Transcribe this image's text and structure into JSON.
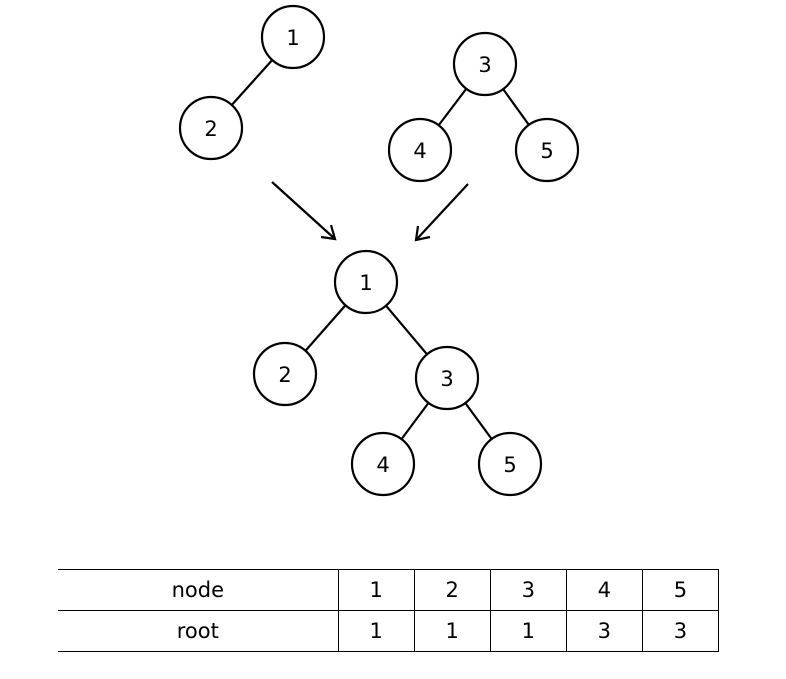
{
  "trees": {
    "left": {
      "nodes": [
        {
          "id": "a1",
          "label": "1"
        },
        {
          "id": "a2",
          "label": "2"
        }
      ],
      "edges": [
        [
          "a1",
          "a2"
        ]
      ]
    },
    "right": {
      "nodes": [
        {
          "id": "b3",
          "label": "3"
        },
        {
          "id": "b4",
          "label": "4"
        },
        {
          "id": "b5",
          "label": "5"
        }
      ],
      "edges": [
        [
          "b3",
          "b4"
        ],
        [
          "b3",
          "b5"
        ]
      ]
    },
    "merged": {
      "nodes": [
        {
          "id": "c1",
          "label": "1"
        },
        {
          "id": "c2",
          "label": "2"
        },
        {
          "id": "c3",
          "label": "3"
        },
        {
          "id": "c4",
          "label": "4"
        },
        {
          "id": "c5",
          "label": "5"
        }
      ],
      "edges": [
        [
          "c1",
          "c2"
        ],
        [
          "c1",
          "c3"
        ],
        [
          "c3",
          "c4"
        ],
        [
          "c3",
          "c5"
        ]
      ]
    }
  },
  "table": {
    "rows": [
      {
        "header": "node",
        "values": [
          "1",
          "2",
          "3",
          "4",
          "5"
        ]
      },
      {
        "header": "root",
        "values": [
          "1",
          "1",
          "1",
          "3",
          "3"
        ]
      }
    ]
  }
}
